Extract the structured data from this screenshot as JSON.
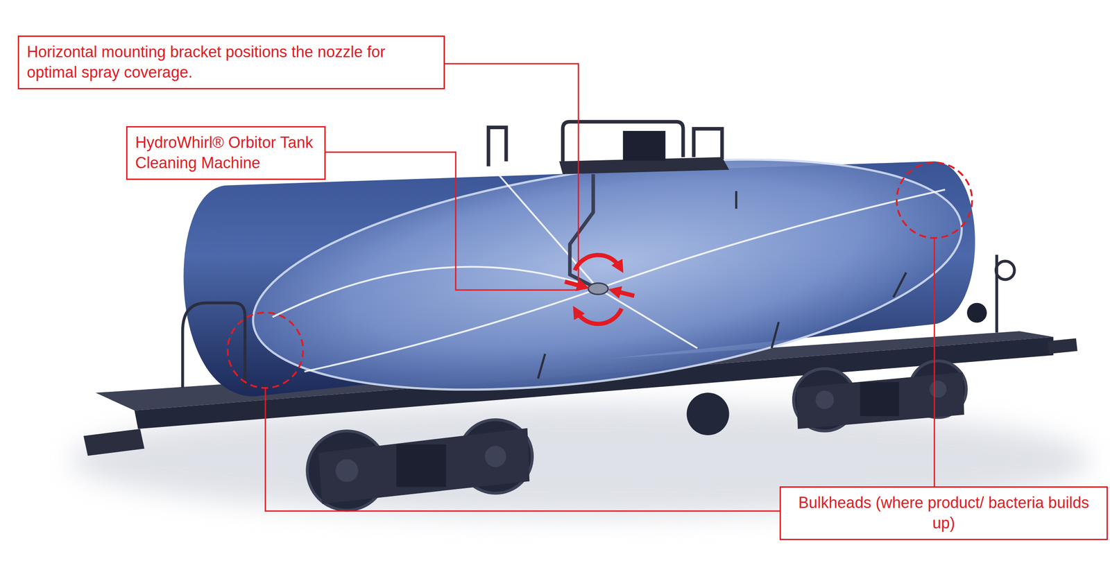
{
  "diagram": {
    "nodes": [
      {
        "text": [
          "Horizontal mounting bracket positions the nozzle for optimal spray coverage."
        ]
      },
      {
        "text": [
          "HydroWhirl® Orbitor Tank Cleaning Machine"
        ]
      },
      {
        "text": [
          "Bulkheads (where product/ bacteria builds up)"
        ]
      }
    ]
  }
}
